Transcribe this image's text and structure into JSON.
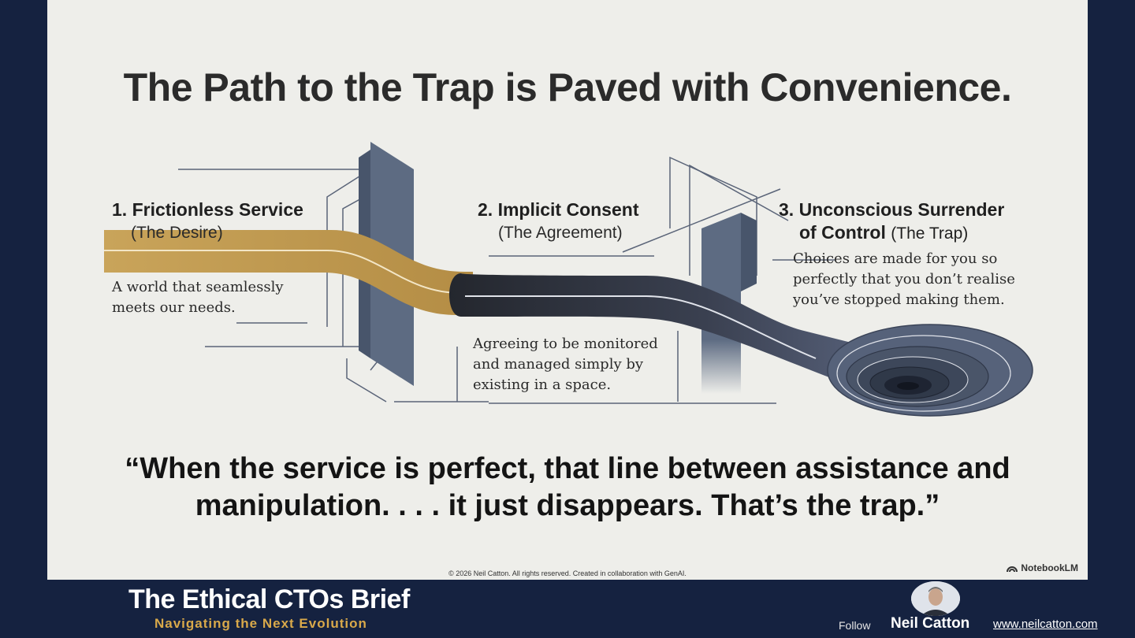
{
  "slide": {
    "title": "The Path to the Trap is Paved with Convenience.",
    "steps": [
      {
        "title": "1. Frictionless Service",
        "subtitle": "(The Desire)",
        "description": [
          "A world that seamlessly",
          "meets our needs."
        ]
      },
      {
        "title": "2. Implicit Consent",
        "subtitle": "(The Agreement)",
        "description": [
          "Agreeing to be monitored",
          "and managed simply by",
          "existing in a space."
        ]
      },
      {
        "title_line1": "3. Unconscious Surrender",
        "title_line2": "of Control",
        "subtitle": "(The Trap)",
        "description": [
          "Choices are made for you so",
          "perfectly that you don’t realise",
          "you’ve stopped making them."
        ]
      }
    ],
    "quote_line1": "“When the service is perfect, that line between assistance and",
    "quote_line2": "manipulation. . . . it just disappears. That’s the trap.”",
    "copyright": "© 2026 Neil Catton. All rights reserved. Created in collaboration with GenAI.",
    "watermark": "NotebookLM",
    "colors": {
      "gold_path": "#c9a45a",
      "dark_path": "#2d3038",
      "steel": "#5d6b82",
      "background": "#eeeeea"
    }
  },
  "footer": {
    "brand_title": "The Ethical CTOs Brief",
    "brand_subtitle": "Navigating the Next Evolution",
    "follow_label": "Follow",
    "author_name": "Neil Catton",
    "website": "www.neilcatton.com",
    "colors": {
      "background": "#152240",
      "accent": "#d9a94a"
    }
  }
}
